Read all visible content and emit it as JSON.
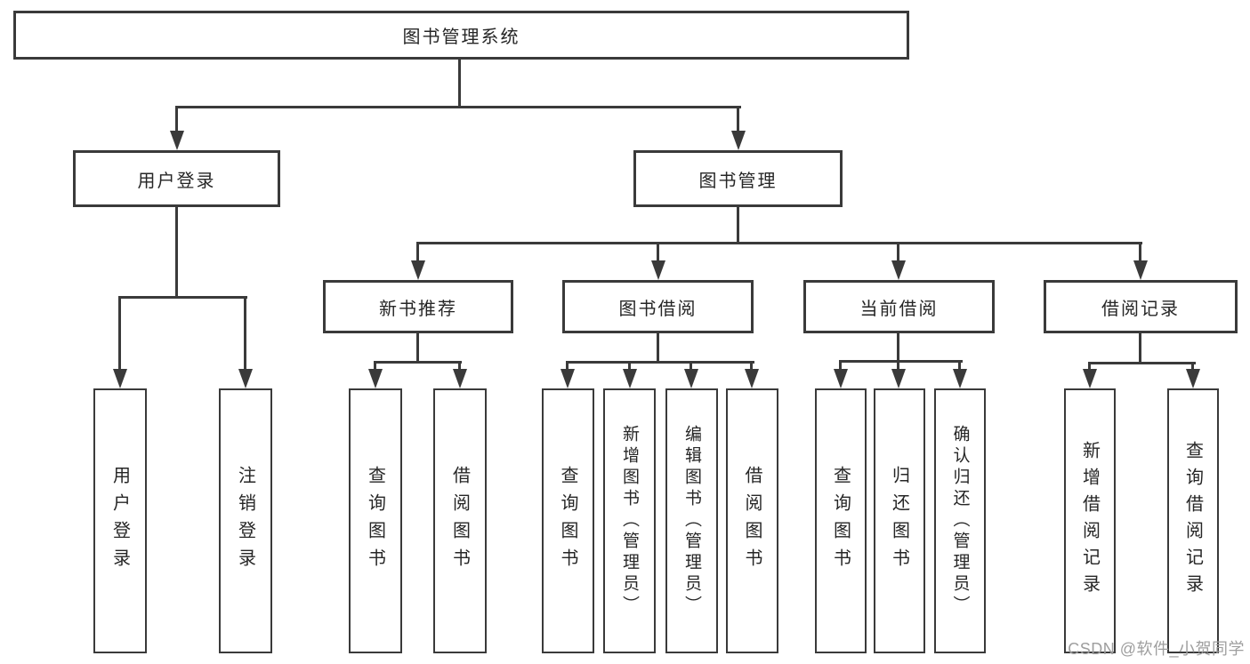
{
  "diagram": {
    "title": "图书管理系统",
    "level2": {
      "user_login": "用户登录",
      "book_mgmt": "图书管理"
    },
    "level3": {
      "new_books": "新书推荐",
      "book_borrow": "图书借阅",
      "current_borrow": "当前借阅",
      "borrow_records": "借阅记录"
    },
    "leaves": {
      "user_login": [
        "用户登录",
        "注销登录"
      ],
      "new_books": [
        "查询图书",
        "借阅图书"
      ],
      "book_borrow": [
        "查询图书",
        "新增图书（管理员）",
        "编辑图书（管理员）",
        "借阅图书"
      ],
      "current_borrow": [
        "查询图书",
        "归还图书",
        "确认归还（管理员）"
      ],
      "borrow_records": [
        "新增借阅记录",
        "查询借阅记录"
      ]
    },
    "colors": {
      "line": "#3a3a3a",
      "text": "#262626",
      "background": "#ffffff",
      "watermark": "#9e9e9e"
    }
  },
  "watermark": "CSDN @软件_小贺同学"
}
